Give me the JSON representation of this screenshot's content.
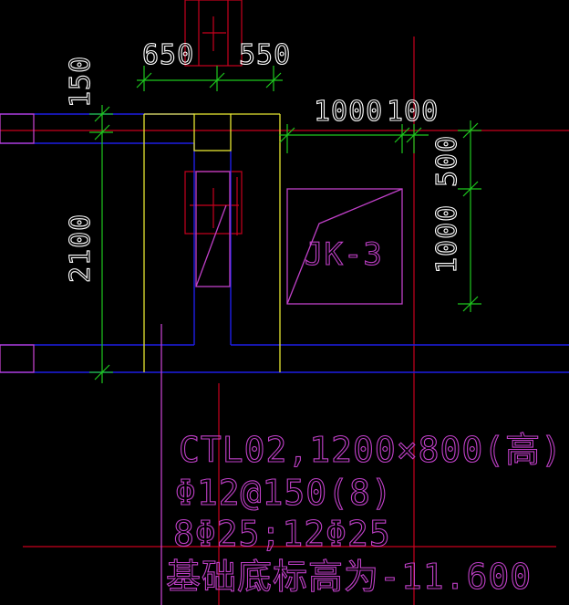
{
  "drawing": {
    "background": "#000000",
    "colors": {
      "axis": "#c8001e",
      "wall": "#1e1ee6",
      "yellow": "#e6e632",
      "dimension": "#1ec81e",
      "magenta": "#c040c8",
      "rebar": "#c8001e",
      "text": "#ffffff"
    },
    "dimensions": {
      "top_left": "650",
      "top_right": "550",
      "right_top_1": "1000",
      "right_top_2": "100",
      "left_vertical_top": "150",
      "left_vertical_main": "2100",
      "right_vertical_top": "500",
      "right_vertical_main": "1000"
    },
    "opening_tag": "JK-3",
    "annotation": {
      "line1": "CTL02,1200×800(高)",
      "line2": "Φ12@150(8)",
      "line3": "8Φ25;12Φ25",
      "line4": "基础底标高为-11.600"
    }
  }
}
